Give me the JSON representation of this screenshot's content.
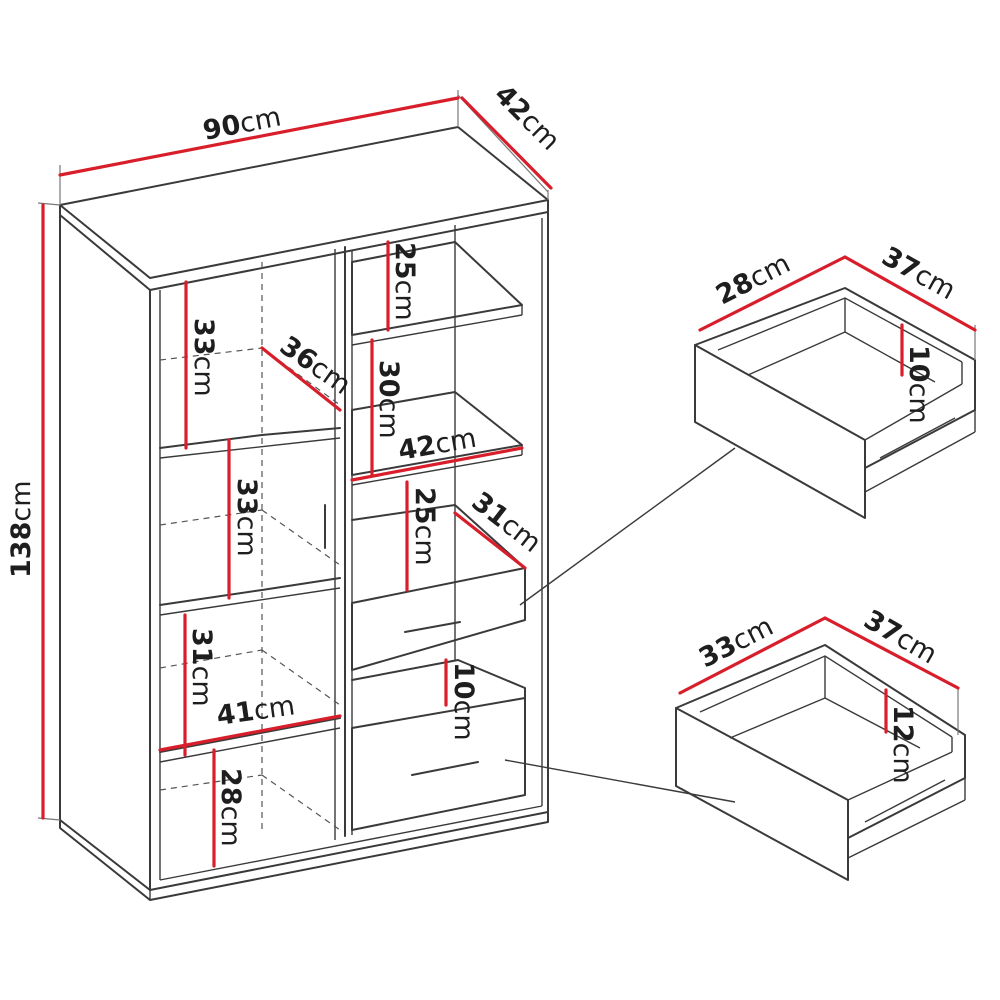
{
  "labels": {
    "overall_width": {
      "num": "90",
      "unit": "cm"
    },
    "overall_depth": {
      "num": "42",
      "unit": "cm"
    },
    "overall_height": {
      "num": "138",
      "unit": "cm"
    },
    "left_top_height": {
      "num": "33",
      "unit": "cm"
    },
    "left_top_depth": {
      "num": "36",
      "unit": "cm"
    },
    "left_mid_height": {
      "num": "33",
      "unit": "cm"
    },
    "left_lower_height": {
      "num": "31",
      "unit": "cm"
    },
    "left_width": {
      "num": "41",
      "unit": "cm"
    },
    "left_bottom_height": {
      "num": "28",
      "unit": "cm"
    },
    "right_top_height": {
      "num": "25",
      "unit": "cm"
    },
    "right_second_height": {
      "num": "30",
      "unit": "cm"
    },
    "right_width": {
      "num": "42",
      "unit": "cm"
    },
    "right_third_height": {
      "num": "25",
      "unit": "cm"
    },
    "right_third_depth": {
      "num": "31",
      "unit": "cm"
    },
    "right_drawer_gap": {
      "num": "10",
      "unit": "cm"
    },
    "small_drawer_width": {
      "num": "28",
      "unit": "cm"
    },
    "small_drawer_depth": {
      "num": "37",
      "unit": "cm"
    },
    "small_drawer_height": {
      "num": "10",
      "unit": "cm"
    },
    "large_drawer_width": {
      "num": "33",
      "unit": "cm"
    },
    "large_drawer_depth": {
      "num": "37",
      "unit": "cm"
    },
    "large_drawer_height": {
      "num": "12",
      "unit": "cm"
    }
  }
}
